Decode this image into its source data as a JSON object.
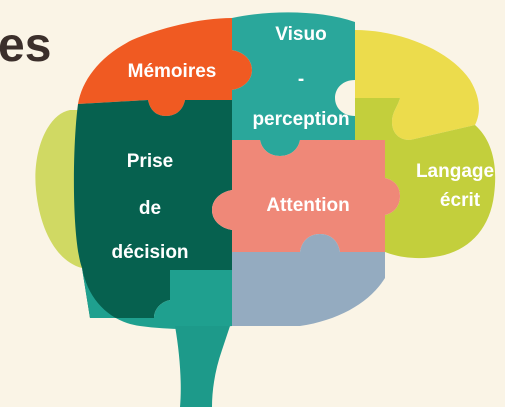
{
  "heading_fragment": "es",
  "pieces": {
    "memoires": "Mémoires",
    "visuo_1": "Visuo",
    "visuo_2": "-",
    "visuo_3": "perception",
    "prise_1": "Prise",
    "prise_2": "de",
    "prise_3": "décision",
    "attention": "Attention",
    "langage_1": "Langage",
    "langage_2": "écrit"
  },
  "colors": {
    "background": "#faf4e6",
    "memoires": "#f05a22",
    "visuo_perception": "#2aa79b",
    "prise_de_decision": "#06614f",
    "attention": "#ef8878",
    "langage_ecrit": "#c3cf3c",
    "upper_right": "#ecdc4c",
    "left_lobe": "#d0d963",
    "lower_left": "#1fa08f",
    "lower_middle": "#94abc0",
    "brainstem": "#1d9a8a"
  }
}
